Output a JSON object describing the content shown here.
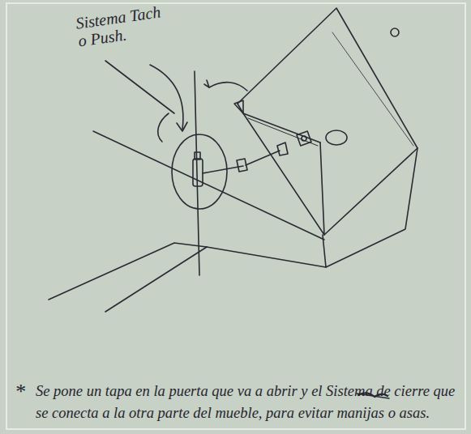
{
  "diagram": {
    "labels": [
      "Sistema Tach o Push.",
      "*",
      "Se pone un tapa en la puerta que va a abrir y el Sistema de cierre que se conecta a la otra parte del mueble, para evitar manijas o asas."
    ]
  }
}
